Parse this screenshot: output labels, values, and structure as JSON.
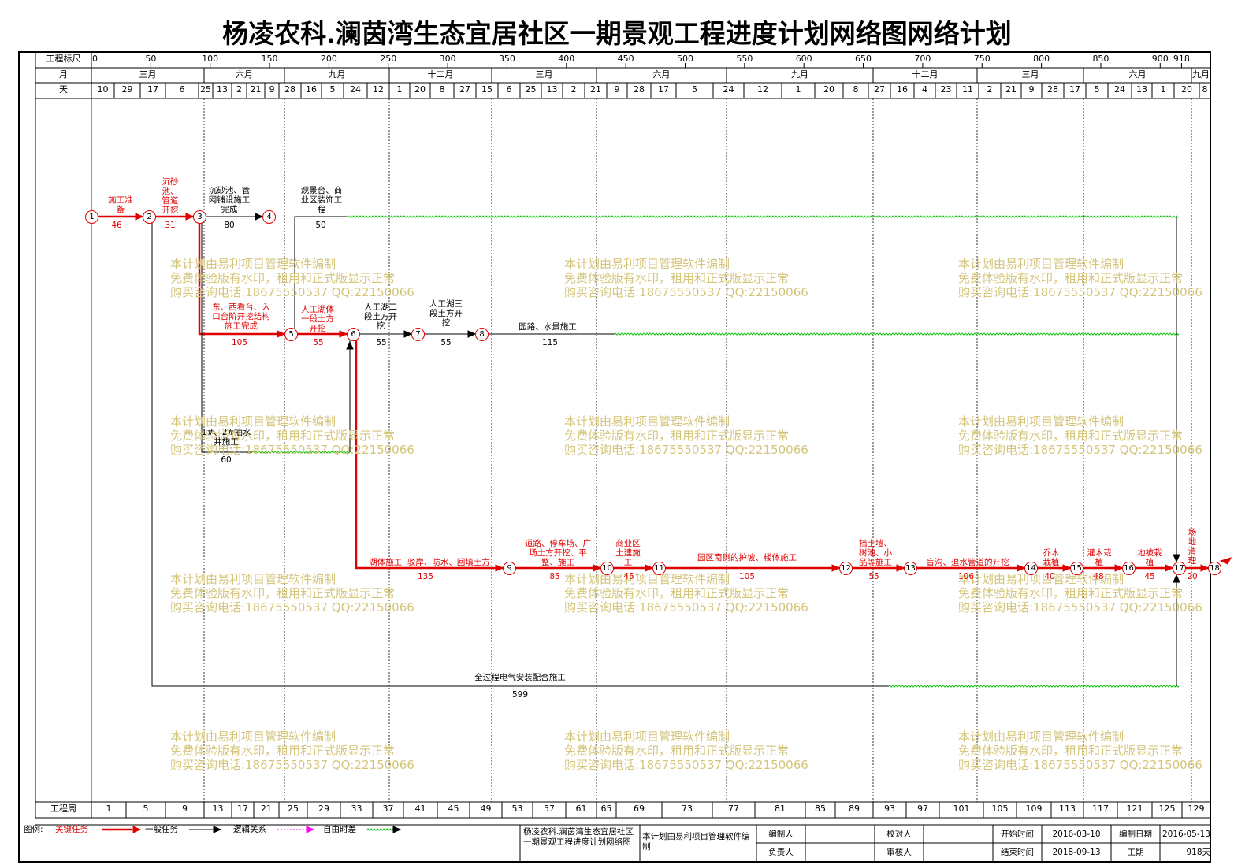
{
  "title": "杨凌农科.澜茵湾生态宜居社区一期景观工程进度计划网络图网络计划",
  "header": {
    "scale_label": "工程标尺",
    "month_label": "月",
    "day_label": "天",
    "week_label": "工程周",
    "scale_ticks": [
      "0",
      "50",
      "100",
      "150",
      "200",
      "250",
      "300",
      "350",
      "400",
      "450",
      "500",
      "550",
      "600",
      "650",
      "700",
      "750",
      "800",
      "850",
      "900",
      "918"
    ],
    "months": [
      "三月",
      "六月",
      "九月",
      "十二月",
      "三月",
      "六月",
      "九月",
      "十二月",
      "三月",
      "六月",
      "九月"
    ],
    "days": [
      "10",
      "29",
      "17",
      "6",
      "25",
      "13",
      "2",
      "21",
      "9",
      "28",
      "16",
      "5",
      "24",
      "12",
      "1",
      "20",
      "8",
      "27",
      "15",
      "6",
      "25",
      "13",
      "2",
      "21",
      "9",
      "28",
      "17",
      "5",
      "24",
      "12",
      "1",
      "20",
      "8",
      "27",
      "16",
      "4",
      "23",
      "11",
      "2",
      "21",
      "9",
      "28",
      "17",
      "5",
      "24",
      "13",
      "1",
      "20",
      "8"
    ],
    "weeks": [
      "1",
      "5",
      "9",
      "13",
      "17",
      "21",
      "25",
      "29",
      "33",
      "37",
      "41",
      "45",
      "49",
      "53",
      "57",
      "61",
      "65",
      "69",
      "73",
      "77",
      "81",
      "85",
      "89",
      "93",
      "97",
      "101",
      "105",
      "109",
      "113",
      "117",
      "121",
      "125",
      "129"
    ]
  },
  "watermark": {
    "line1": "本计划由易利项目管理软件编制",
    "line2": "免费体验版有水印，租用和正式版显示正常",
    "line3": "购买咨询电话:18675550537 QQ:22150066"
  },
  "nodes": [
    "1",
    "2",
    "3",
    "4",
    "5",
    "6",
    "7",
    "8",
    "9",
    "10",
    "11",
    "12",
    "13",
    "14",
    "15",
    "16",
    "17",
    "18"
  ],
  "tasks": [
    {
      "label": "施工准\n备",
      "duration": "46",
      "critical": true
    },
    {
      "label": "沉砂\n池、\n管道\n开挖",
      "duration": "31",
      "critical": true
    },
    {
      "label": "沉砂池、管\n网铺设施工\n完成",
      "duration": "80",
      "critical": false
    },
    {
      "label": "观景台、商\n业区装饰工\n程",
      "duration": "50",
      "critical": false
    },
    {
      "label": "东、西看台、入\n口台阶开挖结构\n施工完成",
      "duration": "105",
      "critical": true
    },
    {
      "label": "人工湖体\n一段土方\n开挖",
      "duration": "55",
      "critical": true
    },
    {
      "label": "人工湖二\n段土方开\n挖",
      "duration": "55",
      "critical": false
    },
    {
      "label": "人工湖三\n段土方开\n挖",
      "duration": "55",
      "critical": false
    },
    {
      "label": "园路、水景施工",
      "duration": "115",
      "critical": false
    },
    {
      "label": "1#、2#抽水\n井施工",
      "duration": "60",
      "critical": false
    },
    {
      "label": "湖体施工  驳岸、防水、回填土方",
      "duration": "135",
      "critical": true
    },
    {
      "label": "道路、停车场、广\n场土方开挖、平\n整、施工",
      "duration": "85",
      "critical": true
    },
    {
      "label": "商业区\n土建施\n工",
      "duration": "45",
      "critical": true
    },
    {
      "label": "园区南侧的护坡、楼体施工",
      "duration": "105",
      "critical": true
    },
    {
      "label": "挡土墙、\n树池、小\n品等施工",
      "duration": "55",
      "critical": true
    },
    {
      "label": "盲沟、退水管道的开挖",
      "duration": "106",
      "critical": true
    },
    {
      "label": "乔木\n栽植",
      "duration": "40",
      "critical": true
    },
    {
      "label": "灌木栽\n植",
      "duration": "48",
      "critical": true
    },
    {
      "label": "地被栽\n植",
      "duration": "45",
      "critical": true
    },
    {
      "label": "场\n地\n清\n理",
      "duration": "20",
      "critical": true
    },
    {
      "label": "全过程电气安装配合施工",
      "duration": "599",
      "critical": false
    }
  ],
  "legend": {
    "label": "图例:",
    "critical": "关键任务",
    "general": "一般任务",
    "logic": "逻辑关系",
    "free_float": "自由时差"
  },
  "footer": {
    "project_name": "杨凌农科.澜茵湾生态宜居社区一期景观工程进度计划网络图",
    "software": "本计划由易利项目管理软件编制",
    "prepared_by": "编制人",
    "checked_by": "校对人",
    "start_label": "开始时间",
    "start_value": "2016-03-10",
    "date_label": "编制日期",
    "date_value": "2016-05-13",
    "responsible": "负责人",
    "reviewer": "审核人",
    "end_label": "结束时间",
    "end_value": "2018-09-13",
    "duration_label": "工期",
    "duration_value": "918天"
  },
  "colors": {
    "critical": "#e00000",
    "general": "#000000",
    "free_float": "#00c000",
    "logic": "#ff00ff",
    "watermark": "#d4c57a"
  }
}
